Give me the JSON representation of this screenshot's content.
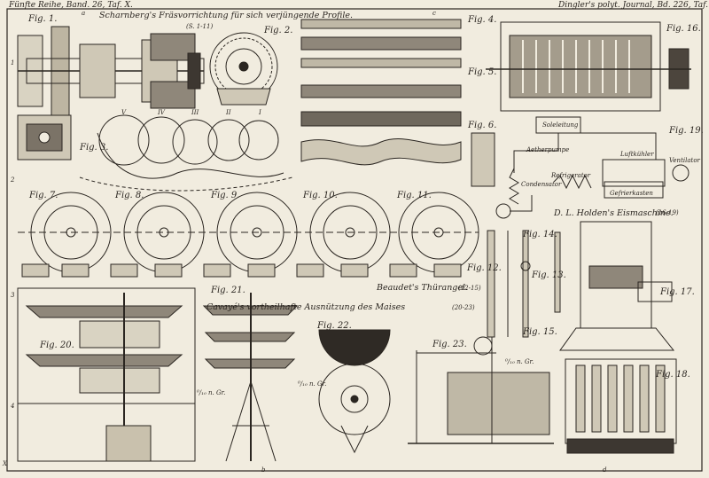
{
  "header": {
    "left": "Fünfte Reihe, Band. 26, Taf. X.",
    "right": "Dingler's polyt. Journal, Bd. 226, Taf. X."
  },
  "titles": {
    "scharnberg": "Scharnberg's Fräsvorrichtung für sich verjüngende Profile.",
    "scharnberg_ref": "(S. 1-11)",
    "holden": "D. L. Holden's Eismaschine.",
    "holden_ref": "(16-19)",
    "beaudet": "Beaudet's Thürangel.",
    "beaudet_ref": "(12-15)",
    "cavaye": "Cavayé's vortheilhafte Ausnützung des Maises",
    "cavaye_ref": "(20-23)"
  },
  "figures": {
    "f1": "Fig. 1.",
    "f2": "Fig. 2.",
    "f3": "Fig. 3.",
    "f4": "Fig. 4.",
    "f5": "Fig. 5.",
    "f6": "Fig. 6.",
    "f7": "Fig. 7.",
    "f8": "Fig. 8.",
    "f9": "Fig. 9.",
    "f10": "Fig. 10.",
    "f11": "Fig. 11.",
    "f12": "Fig. 12.",
    "f13": "Fig. 13.",
    "f14": "Fig. 14.",
    "f15": "Fig. 15.",
    "f16": "Fig. 16.",
    "f17": "Fig. 17.",
    "f18": "Fig. 18.",
    "f19": "Fig. 19.",
    "f20": "Fig. 20.",
    "f21": "Fig. 21.",
    "f22": "Fig. 22.",
    "f23": "Fig. 23."
  },
  "fig19_labels": {
    "soleboiler": "Soleleitung",
    "aether": "Aetherpumpe",
    "condensator": "Condensator",
    "refrigerator": "Refrigerator",
    "luftkuehler": "Luftkühler",
    "gefrierkasten": "Gefrierkasten",
    "ventilator": "Ventilator"
  },
  "roman_numerals": [
    "V",
    "IV",
    "III",
    "II",
    "I"
  ],
  "scales": {
    "s1": "⁰/₁₀ n. Gr.",
    "s2": "⁰/₁₀ n. Gr.",
    "s3": "⁰/₁₀ n. Gr."
  },
  "border_marks": {
    "top": [
      "a",
      "b",
      "c",
      "d"
    ],
    "left": [
      "1",
      "2",
      "3",
      "4"
    ],
    "corner": "X"
  }
}
